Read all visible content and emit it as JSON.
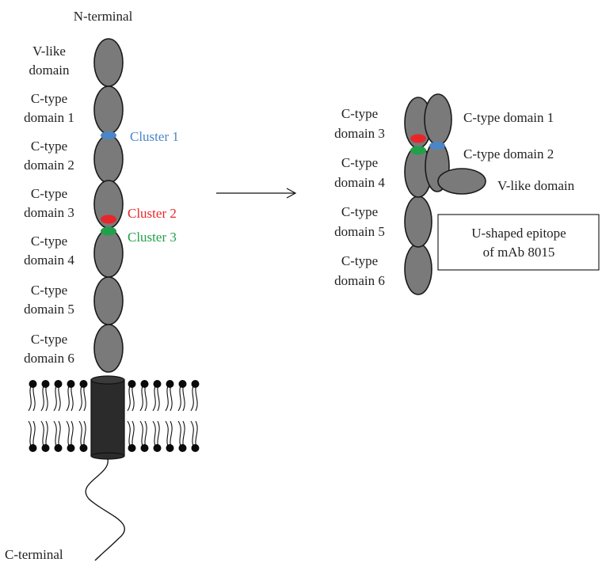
{
  "left": {
    "n_terminal": "N-terminal",
    "c_terminal": "C-terminal",
    "domains": [
      {
        "line1": "V-like",
        "line2": "domain"
      },
      {
        "line1": "C-type",
        "line2": "domain 1"
      },
      {
        "line1": "C-type",
        "line2": "domain 2"
      },
      {
        "line1": "C-type",
        "line2": "domain 3"
      },
      {
        "line1": "C-type",
        "line2": "domain 4"
      },
      {
        "line1": "C-type",
        "line2": "domain 5"
      },
      {
        "line1": "C-type",
        "line2": "domain 6"
      }
    ],
    "clusters": [
      {
        "label": "Cluster 1",
        "color": "#4a86c8"
      },
      {
        "label": "Cluster 2",
        "color": "#e8262a"
      },
      {
        "label": "Cluster 3",
        "color": "#21a04a"
      }
    ]
  },
  "right": {
    "domains": [
      {
        "line1": "C-type",
        "line2": "domain 3"
      },
      {
        "line1": "C-type",
        "line2": "domain 4"
      },
      {
        "line1": "C-type",
        "line2": "domain 5"
      },
      {
        "line1": "C-type",
        "line2": "domain 6"
      }
    ],
    "side_labels": [
      "C-type domain 1",
      "C-type domain 2",
      "V-like domain"
    ],
    "epitope_box": {
      "line1": "U-shaped epitope",
      "line2": "of mAb 8015"
    }
  },
  "colors": {
    "domain_fill": "#7a7a7a",
    "cluster_1": "#4a86c8",
    "cluster_2": "#e8262a",
    "cluster_3": "#21a04a",
    "membrane": "#0a0a0a",
    "transmembrane": "#2b2b2b"
  }
}
